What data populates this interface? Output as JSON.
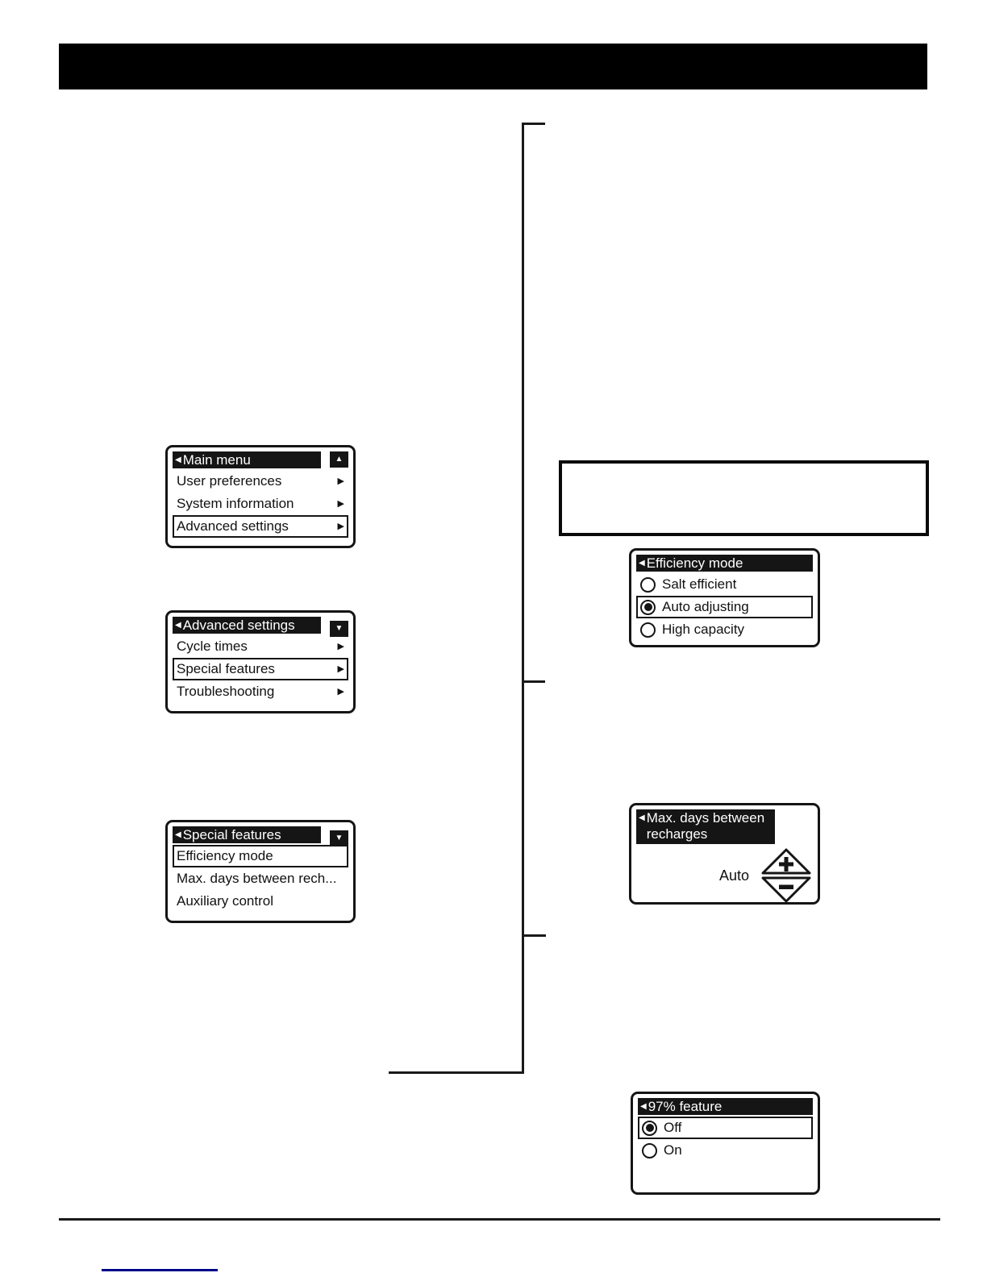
{
  "icons": {
    "back": "◀",
    "up": "▲",
    "down": "▼",
    "forward": "▶"
  },
  "colors": {
    "ink": "#111111",
    "header_bar": "#000000",
    "link_underline": "#00008B"
  },
  "screens": {
    "main_menu": {
      "title": "Main menu",
      "scroll_indicator": "up",
      "items": [
        {
          "label": "User preferences",
          "selected": false
        },
        {
          "label": "System information",
          "selected": false
        },
        {
          "label": "Advanced settings",
          "selected": true
        }
      ]
    },
    "advanced_settings": {
      "title": "Advanced settings",
      "scroll_indicator": "down",
      "items": [
        {
          "label": "Cycle times",
          "selected": false
        },
        {
          "label": "Special features",
          "selected": true
        },
        {
          "label": "Troubleshooting",
          "selected": false
        }
      ]
    },
    "special_features": {
      "title": "Special features",
      "scroll_indicator": "down",
      "items": [
        {
          "label": "Efficiency mode",
          "selected": true
        },
        {
          "label": "Max. days between rech...",
          "selected": false
        },
        {
          "label": "Auxiliary control",
          "selected": false
        }
      ]
    },
    "efficiency_mode": {
      "title": "Efficiency mode",
      "options": [
        {
          "label": "Salt efficient",
          "checked": false,
          "selected": false
        },
        {
          "label": "Auto adjusting",
          "checked": true,
          "selected": true
        },
        {
          "label": "High capacity",
          "checked": false,
          "selected": false
        }
      ]
    },
    "max_days": {
      "title_line1": "Max. days between",
      "title_line2": "recharges",
      "value": "Auto"
    },
    "feature_97": {
      "title": "97% feature",
      "options": [
        {
          "label": "Off",
          "checked": true,
          "selected": true
        },
        {
          "label": "On",
          "checked": false,
          "selected": false
        }
      ]
    },
    "note_box": {
      "text": ""
    }
  }
}
